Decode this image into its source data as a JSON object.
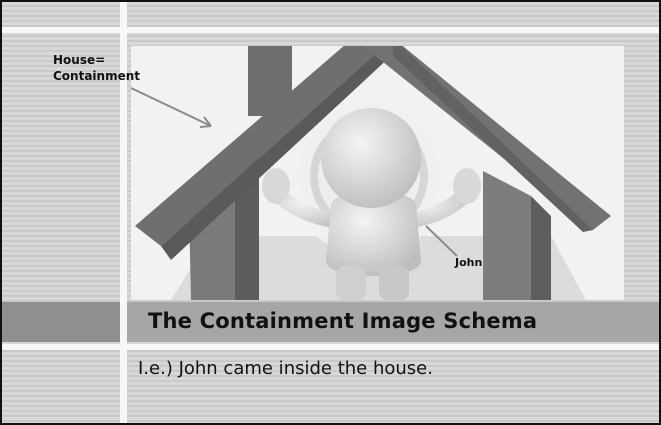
{
  "slide": {
    "title": "The Containment Image Schema",
    "body": "I.e.) John came inside the house.",
    "labels": {
      "house": "House=\nContainment",
      "john": "John"
    }
  },
  "colors": {
    "title_band": "#a6a6a6",
    "title_band_left": "#8f8f8f",
    "stripe_light": "#f7f7f7",
    "background": "#d9d9d9"
  }
}
